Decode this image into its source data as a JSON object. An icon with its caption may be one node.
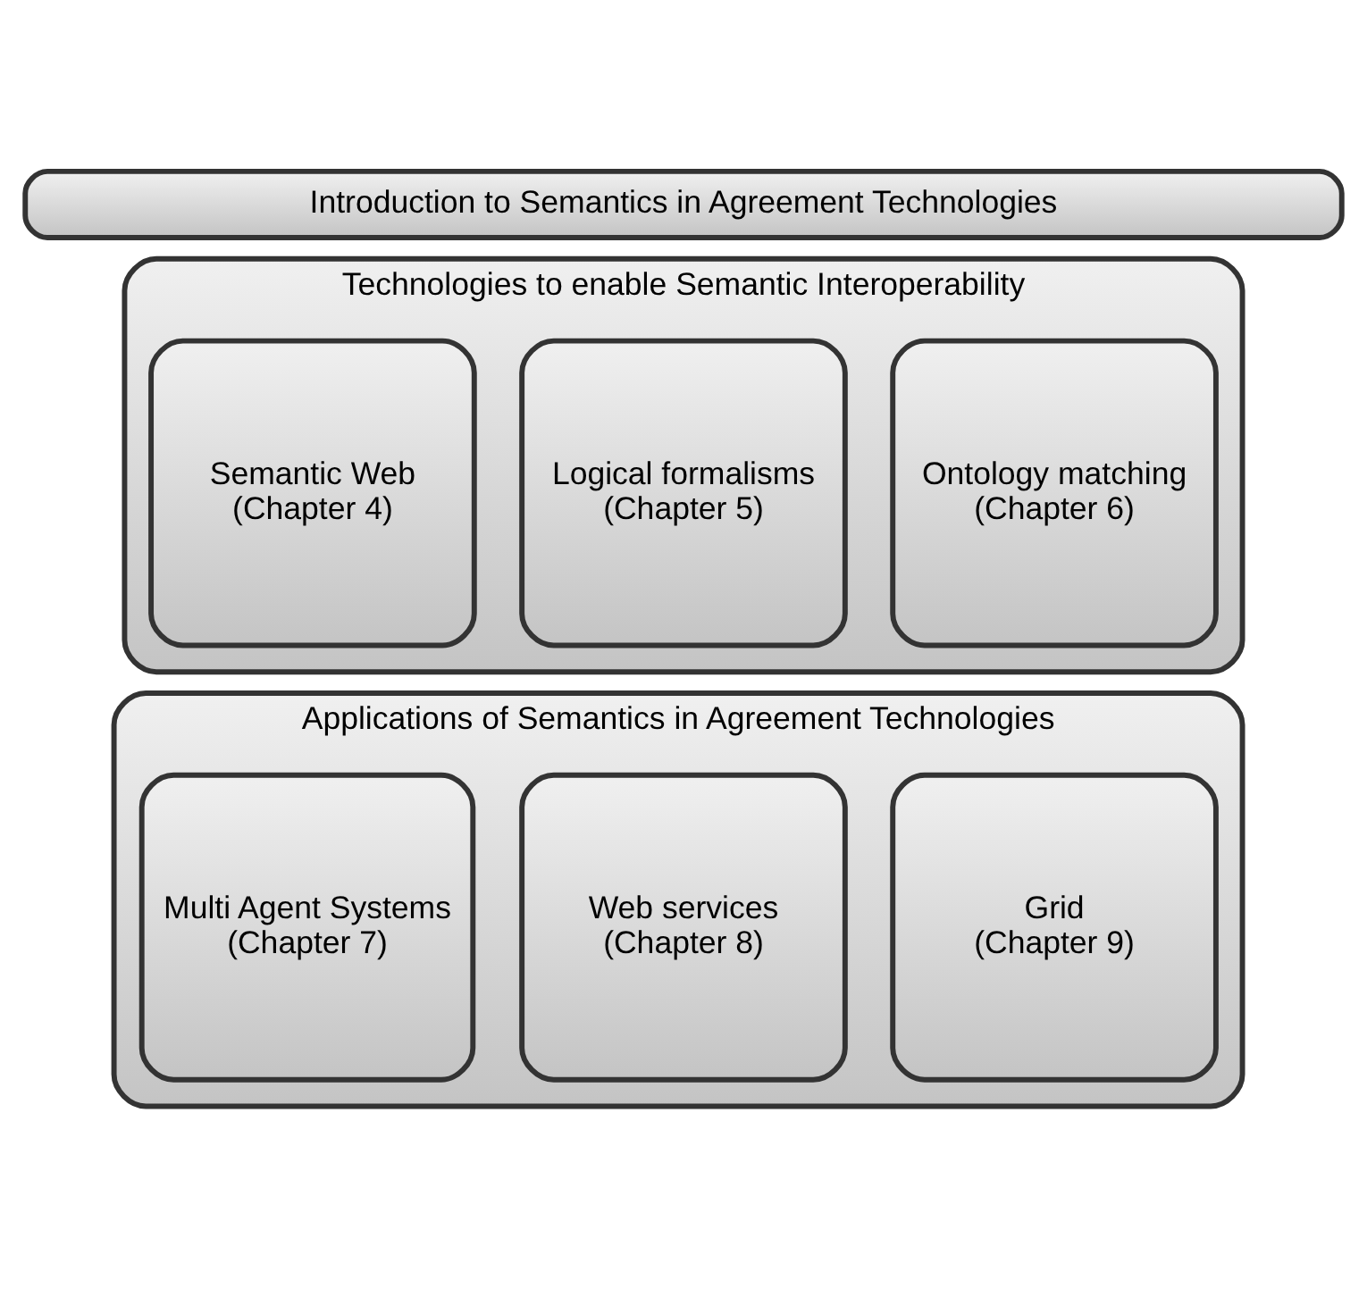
{
  "diagram": {
    "nodes": [
      {
        "text": [
          "Introduction to Semantics in Agreement Technologies"
        ]
      },
      {
        "text": [
          "Technologies to enable Semantic Interoperability"
        ]
      },
      {
        "text": [
          "Semantic Web",
          "(Chapter 4)"
        ],
        "in": 1
      },
      {
        "text": [
          "Logical formalisms",
          "(Chapter 5)"
        ],
        "in": 1
      },
      {
        "text": [
          "Ontology matching",
          "(Chapter 6)"
        ],
        "in": 1
      },
      {
        "text": [
          "Applications of Semantics in Agreement Technologies"
        ]
      },
      {
        "text": [
          "Multi Agent Systems",
          "(Chapter 7)"
        ],
        "in": 5
      },
      {
        "text": [
          "Web services",
          "(Chapter 8)"
        ],
        "in": 5
      },
      {
        "text": [
          "Grid",
          "(Chapter 9)"
        ],
        "in": 5
      }
    ],
    "edges": []
  }
}
